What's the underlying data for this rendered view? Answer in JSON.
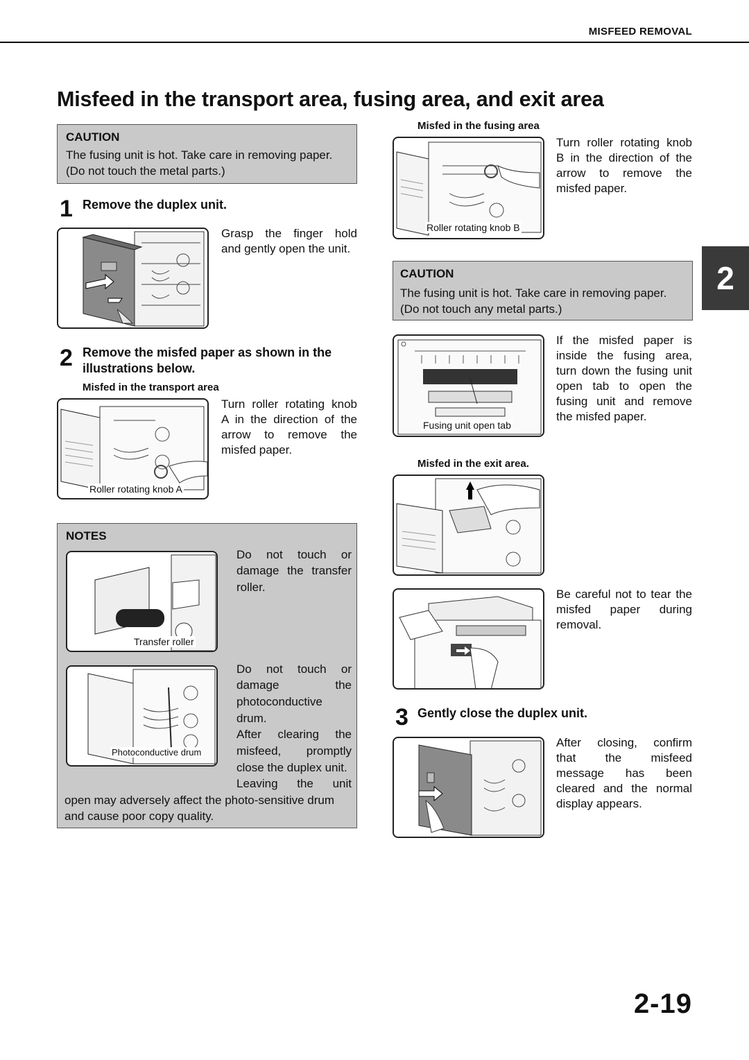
{
  "header": {
    "section_label": "MISFEED REMOVAL"
  },
  "title": "Misfeed in the transport area, fusing area, and exit area",
  "caution1": {
    "heading": "CAUTION",
    "line1": "The fusing unit is hot. Take care in removing paper.",
    "line2": "(Do not touch the metal parts.)"
  },
  "step1": {
    "number": "1",
    "title": "Remove the duplex unit.",
    "desc_line1": "Grasp the finger hold",
    "desc_line2": "and gently open the unit."
  },
  "step2": {
    "number": "2",
    "title_line1": "Remove the misfed paper as shown in the",
    "title_line2": "illustrations below."
  },
  "transport": {
    "heading": "Misfed in the transport area",
    "lines": [
      "Turn roller rotating knob",
      "A in the direction of the",
      "arrow to remove the",
      "misfed paper."
    ],
    "label": "Roller rotating knob A"
  },
  "notes": {
    "heading": "NOTES",
    "note1_lines": [
      "Do not touch or",
      "damage the transfer",
      "roller."
    ],
    "note1_label": "Transfer roller",
    "note2_lines": [
      "Do not touch or",
      "damage the",
      "photoconductive",
      "drum.",
      "After clearing the",
      "misfeed, promptly",
      "close the duplex unit.",
      "Leaving the unit"
    ],
    "note2_cont1": "open may adversely affect the photo-sensitive drum",
    "note2_cont2": "and cause poor copy quality.",
    "note2_label": "Photoconductive drum"
  },
  "fusing": {
    "heading": "Misfed in the fusing area",
    "lines": [
      "Turn roller rotating knob",
      "B in the direction of the",
      "arrow to remove the",
      "misfed paper."
    ],
    "label": "Roller rotating knob B"
  },
  "caution2": {
    "heading": "CAUTION",
    "line1": "The fusing unit is hot. Take care in removing paper.",
    "line2": "(Do not touch any metal parts.)"
  },
  "fusing_inside": {
    "lines": [
      "If the misfed paper is",
      "inside the fusing area,",
      "turn down the fusing unit",
      "open tab to open the",
      "fusing unit and remove",
      "the misfed paper."
    ],
    "label": "Fusing unit open tab"
  },
  "exit": {
    "heading": "Misfed in the exit area.",
    "lines": [
      "Be careful not to tear the",
      "misfed paper during",
      "removal."
    ]
  },
  "step3": {
    "number": "3",
    "title": "Gently close the duplex unit.",
    "lines": [
      "After closing, confirm",
      "that the misfeed",
      "message has been",
      "cleared and the normal",
      "display appears."
    ]
  },
  "side_tab": "2",
  "page_number": "2-19"
}
